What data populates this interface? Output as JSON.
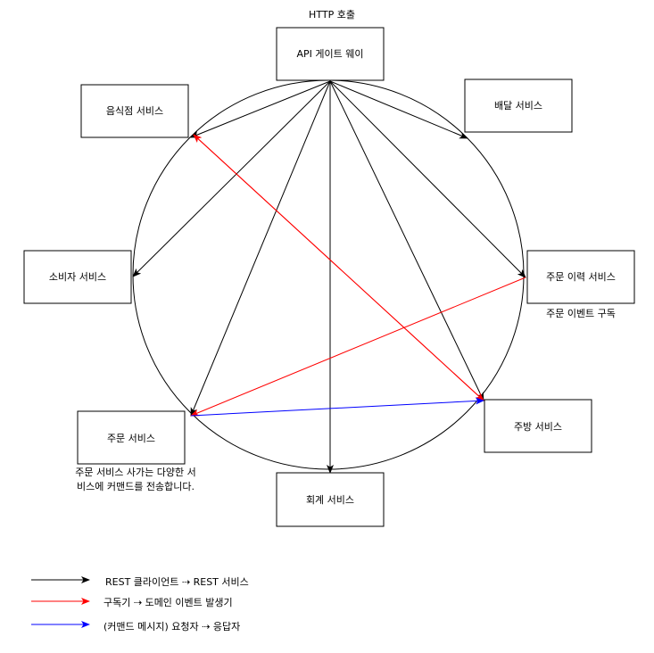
{
  "top_label": "HTTP 호출",
  "nodes": {
    "gateway": "API 게이트 웨이",
    "restaurant": "음식점 서비스",
    "delivery": "배달 서비스",
    "consumer": "소비자 서비스",
    "order_history": "주문 이력 서비스",
    "order": "주문 서비스",
    "kitchen": "주방 서비스",
    "accounting": "회계 서비스"
  },
  "notes": {
    "order_history_sub": "주문 이벤트 구독",
    "order_saga_line1": "주문 서비스 사가는 다양한 서",
    "order_saga_line2": "비스에 커맨드를 전송합니다."
  },
  "legend": [
    {
      "label": "REST 클라이언트 ⇢ REST 서비스",
      "color": "#000000"
    },
    {
      "label": "구독기 ⇢ 도메인 이벤트 발생기",
      "color": "#ff0000"
    },
    {
      "label": "(커맨드 메시지) 요청자 ⇢ 응답자",
      "color": "#0000ff"
    }
  ],
  "colors": {
    "rest": "#000000",
    "event": "#ff0000",
    "command": "#0000ff"
  }
}
